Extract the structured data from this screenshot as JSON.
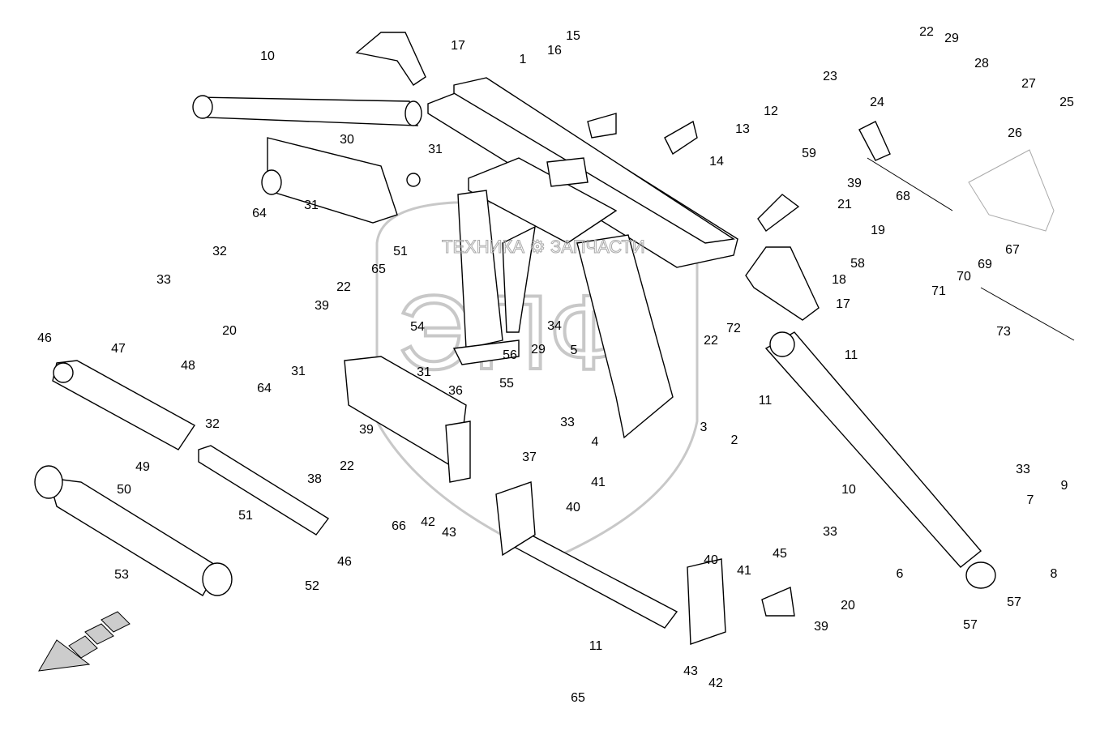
{
  "watermark": {
    "top_text": "ТЕХНИКА ⚙ ЗАПЧАСТИ",
    "logo_text": "ЭПФ"
  },
  "callouts": [
    "10",
    "17",
    "15",
    "16",
    "1",
    "22",
    "29",
    "28",
    "27",
    "25",
    "23",
    "24",
    "12",
    "13",
    "26",
    "14",
    "30",
    "31",
    "59",
    "39",
    "21",
    "68",
    "31",
    "64",
    "19",
    "58",
    "67",
    "69",
    "32",
    "51",
    "65",
    "18",
    "70",
    "71",
    "33",
    "22",
    "39",
    "17",
    "72",
    "73",
    "54",
    "34",
    "22",
    "20",
    "11",
    "46",
    "47",
    "56",
    "29",
    "5",
    "31",
    "31",
    "48",
    "11",
    "55",
    "36",
    "64",
    "33",
    "4",
    "3",
    "2",
    "32",
    "39",
    "37",
    "49",
    "22",
    "50",
    "10",
    "41",
    "38",
    "33",
    "9",
    "7",
    "42",
    "40",
    "66",
    "43",
    "51",
    "33",
    "46",
    "45",
    "8",
    "40",
    "53",
    "52",
    "41",
    "20",
    "6",
    "57",
    "39",
    "57",
    "11",
    "43",
    "42",
    "65"
  ],
  "direction_arrow": "forward-direction-arrow-icon"
}
